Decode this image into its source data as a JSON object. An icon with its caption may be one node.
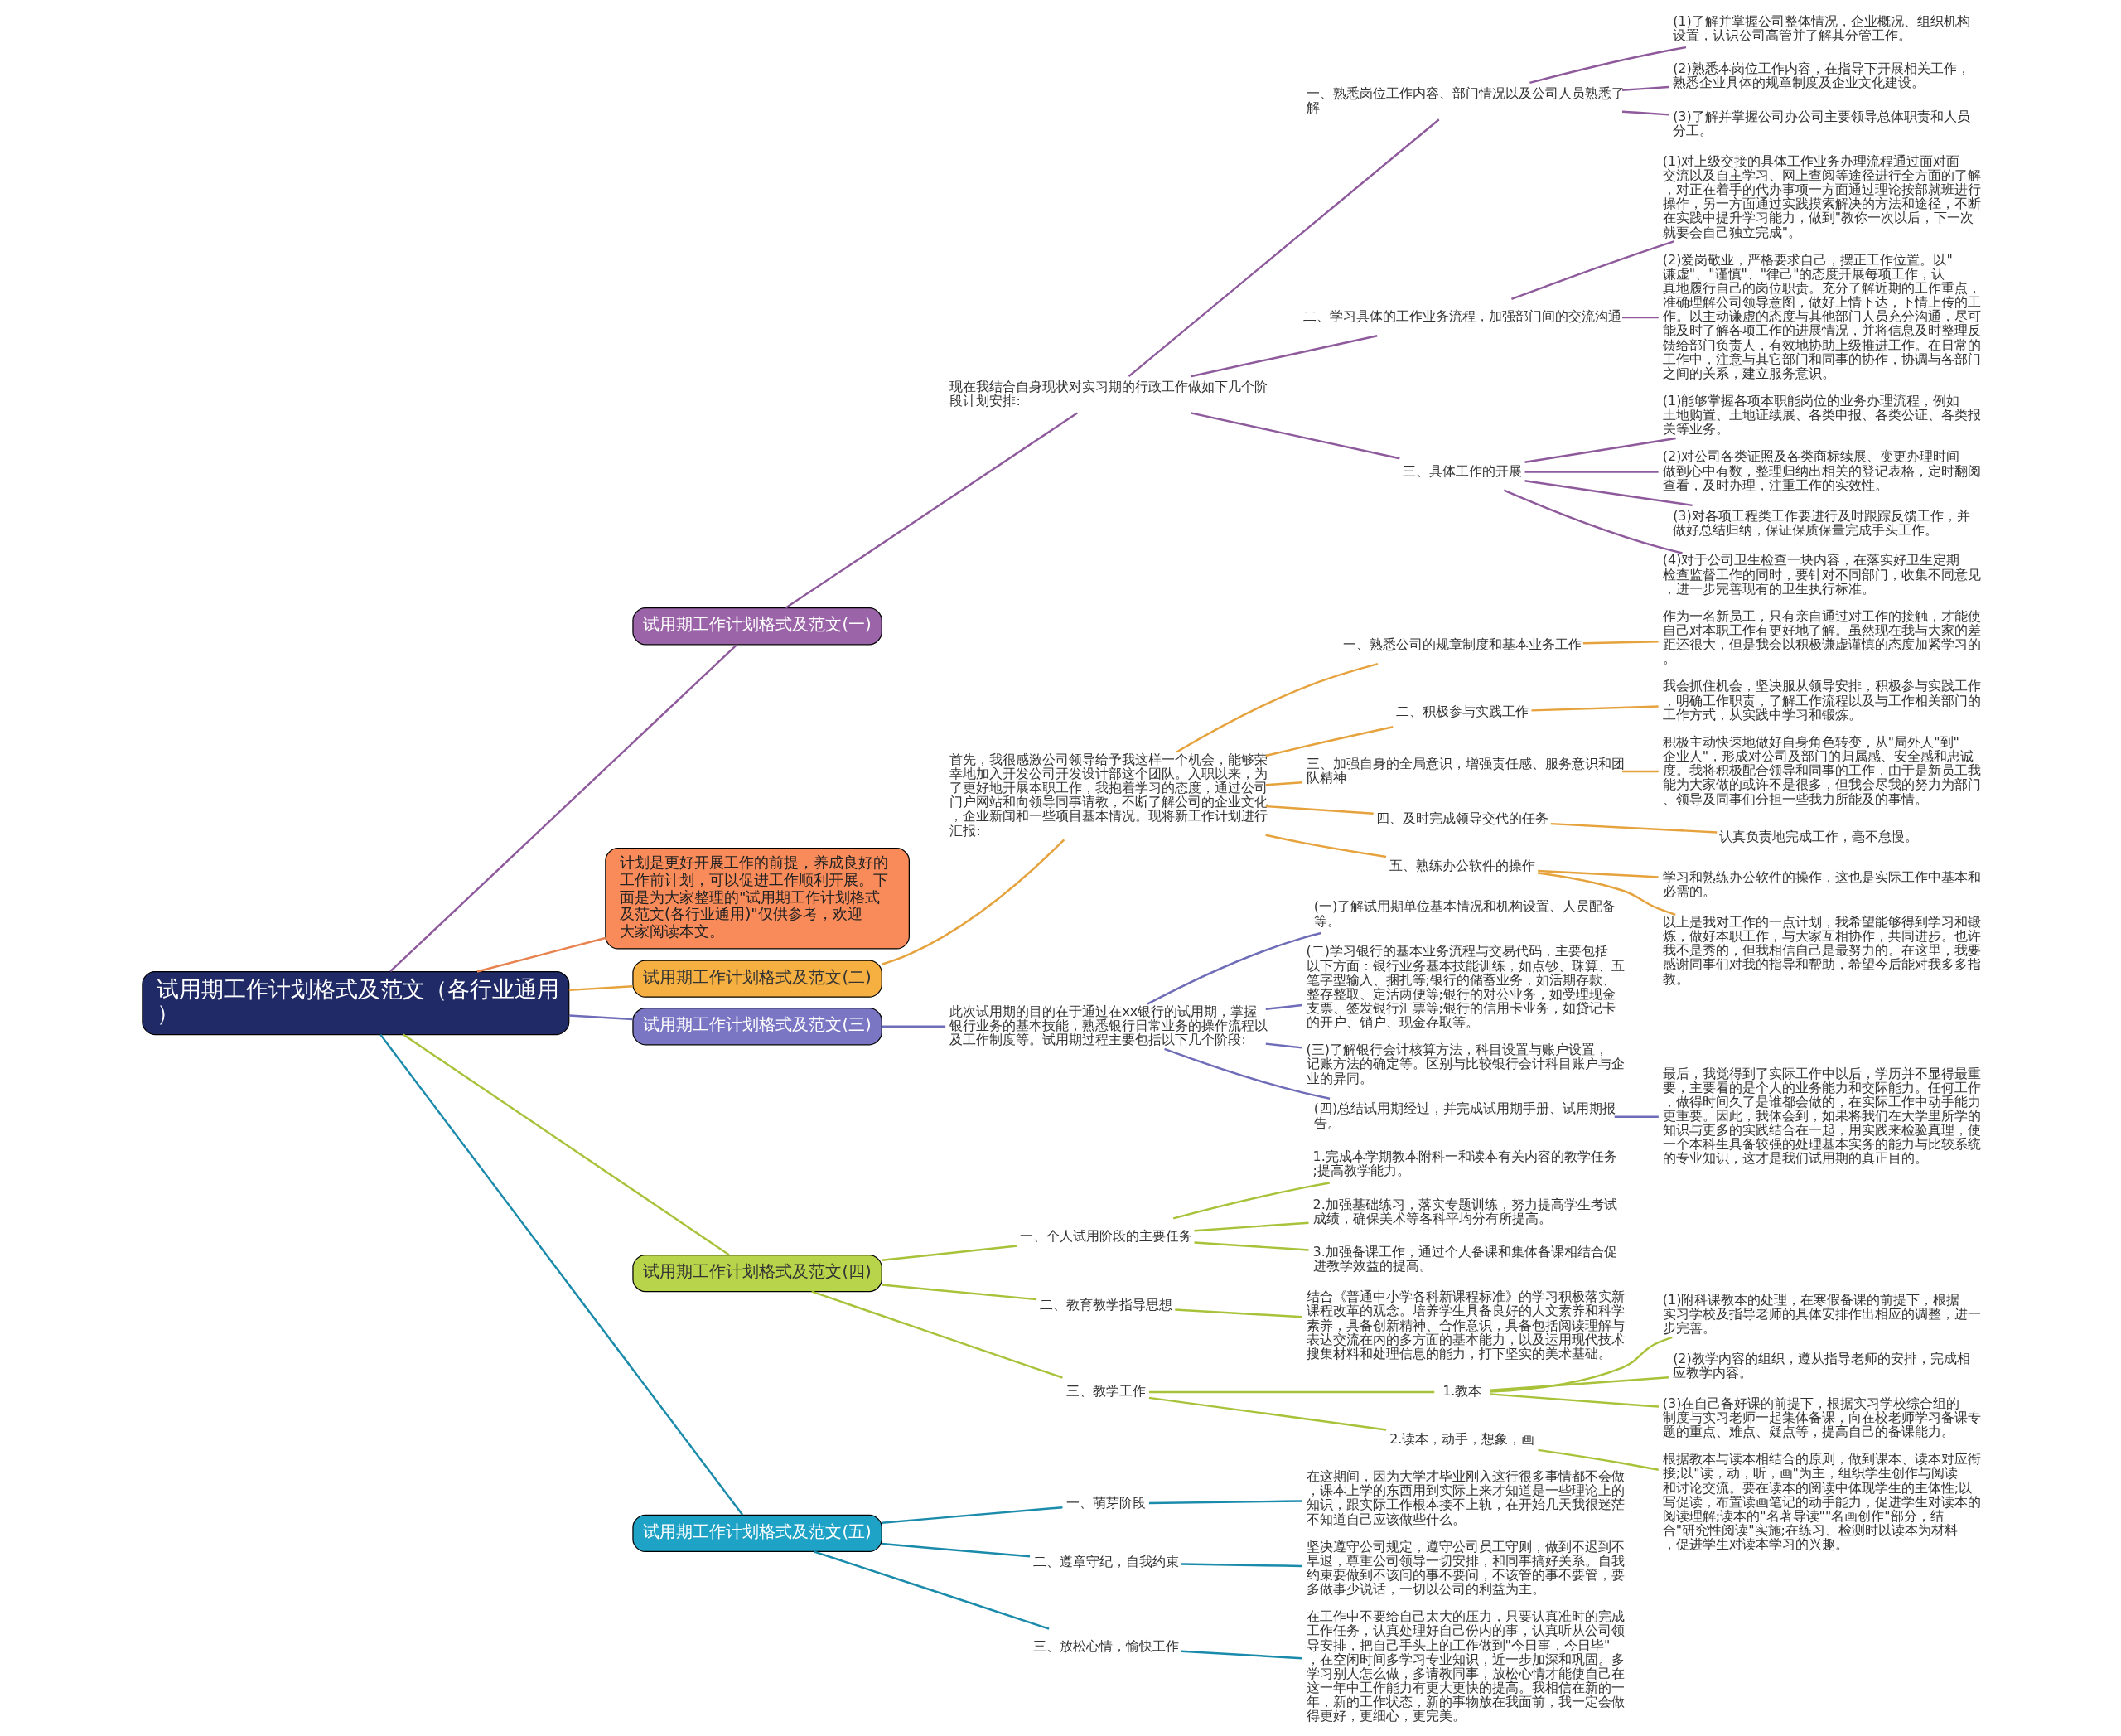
{
  "diagram": {
    "nodes": [
      {
        "text": [
          "试用期工作计划格式及范文（各行业通用）"
        ]
      },
      {
        "text": [
          "试用期工作计划格式及范文(一)"
        ]
      },
      {
        "text": [
          "现在我结合自身现状对实习期的行政工作做如下几个阶段计划安排:"
        ]
      },
      {
        "text": [
          "一、熟悉岗位工作内容、部门情况以及公司人员熟悉了解"
        ]
      },
      {
        "text": [
          "(1)了解并掌握公司整体情况，企业概况、组织机构设置，认识公司高管并了解其分管工作。"
        ]
      },
      {
        "text": [
          "(2)熟悉本岗位工作内容，在指导下开展相关工作，熟悉企业具体的规章制度及企业文化建设。"
        ]
      },
      {
        "text": [
          "(3)了解并掌握公司办公司主要领导总体职责和人员分工。"
        ]
      },
      {
        "text": [
          "二、学习具体的工作业务流程，加强部门间的交流沟通"
        ]
      },
      {
        "text": [
          "(1)对上级交接的具体工作业务办理流程通过面对面交流以及自主学习、网上查阅等途径进行全方面的了解，对正在着手的代办事项一方面通过理论按部就班进行操作，另一方面通过实践摸索解决的方法和途径，不断在实践中提升学习能力，做到\"教你一次以后，下一次就要会自己独立完成\"。"
        ]
      },
      {
        "text": [
          "(2)爱岗敬业，严格要求自己，摆正工作位置。以\"谦虚\"、\"谨慎\"、\"律己\"的态度开展每项工作，认真地履行自己的岗位职责。充分了解近期的工作重点，准确理解公司领导意图，做好上情下达，下情上传的工作。以主动谦虚的态度与其他部门人员充分沟通，尽可能及时了解各项工作的进展情况，并将信息及时整理反馈给部门负责人，有效地协助上级推进工作。在日常的工作中，注意与其它部门和同事的协作，协调与各部门之间的关系，建立服务意识。"
        ]
      },
      {
        "text": [
          "三、具体工作的开展"
        ]
      },
      {
        "text": [
          "(1)能够掌握各项本职能岗位的业务办理流程，例如土地购置、土地证续展、各类申报、各类公证、各类报关等业务。"
        ]
      },
      {
        "text": [
          "(2)对公司各类证照及各类商标续展、变更办理时间做到心中有数，整理归纳出相关的登记表格，定时翻阅查看，及时办理，注重工作的实效性。"
        ]
      },
      {
        "text": [
          "(3)对各项工程类工作要进行及时跟踪反馈工作，并做好总结归纳，保证保质保量完成手头工作。"
        ]
      },
      {
        "text": [
          "(4)对于公司卫生检查一块内容，在落实好卫生定期检查监督工作的同时，要针对不同部门，收集不同意见，进一步完善现有的卫生执行标准。"
        ]
      },
      {
        "text": [
          "计划是更好开展工作的前提，养成良好的工作前计划，可以促进工作顺利开展。下面是为大家整理的\"试用期工作计划格式及范文(各行业通用)\"仅供参考，欢迎大家阅读本文。"
        ]
      },
      {
        "text": [
          "试用期工作计划格式及范文(二)"
        ]
      },
      {
        "text": [
          "首先，我很感激公司领导给予我这样一个机会，能够荣幸地加入开发公司开发设计部这个团队。入职以来，为了更好地开展本职工作，我抱着学习的态度，通过公司门户网站和向领导同事请教，不断了解公司的企业文化，企业新闻和一些项目基本情况。现将新工作计划进行汇报:"
        ]
      },
      {
        "text": [
          "一、熟悉公司的规章制度和基本业务工作"
        ]
      },
      {
        "text": [
          "作为一名新员工，只有亲自通过对工作的接触，才能使自己对本职工作有更好地了解。虽然现在我与大家的差距还很大，但是我会以积极谦虚谨慎的态度加紧学习的。"
        ]
      },
      {
        "text": [
          "二、积极参与实践工作"
        ]
      },
      {
        "text": [
          "我会抓住机会，坚决服从领导安排，积极参与实践工作，明确工作职责，了解工作流程以及与工作相关部门的工作方式，从实践中学习和锻炼。"
        ]
      },
      {
        "text": [
          "三、加强自身的全局意识，增强责任感、服务意识和团队精神"
        ]
      },
      {
        "text": [
          "积极主动快速地做好自身角色转变，从\"局外人\"到\"企业人\"，形成对公司及部门的归属感、安全感和忠诚度。我将积极配合领导和同事的工作，由于是新员工我能为大家做的或许不是很多，但我会尽我的努力为部门、领导及同事们分担一些我力所能及的事情。"
        ]
      },
      {
        "text": [
          "四、及时完成领导交代的任务"
        ]
      },
      {
        "text": [
          "认真负责地完成工作，毫不怠慢。"
        ]
      },
      {
        "text": [
          "五、熟练办公软件的操作"
        ]
      },
      {
        "text": [
          "学习和熟练办公软件的操作，这也是实际工作中基本和必需的。"
        ]
      },
      {
        "text": [
          "以上是我对工作的一点计划，我希望能够得到学习和锻炼，做好本职工作，与大家互相协作，共同进步。也许我不是秀的，但我相信自己是最努力的。在这里，我要感谢同事们对我的指导和帮助，希望今后能对我多多指教。"
        ]
      },
      {
        "text": [
          "试用期工作计划格式及范文(三)"
        ]
      },
      {
        "text": [
          "此次试用期的目的在于通过在xx银行的试用期，掌握银行业务的基本技能，熟悉银行日常业务的操作流程以及工作制度等。试用期过程主要包括以下几个阶段:"
        ]
      },
      {
        "text": [
          "(一)了解试用期单位基本情况和机构设置、人员配备等。"
        ]
      },
      {
        "text": [
          "(二)学习银行的基本业务流程与交易代码，主要包括以下方面：银行业务基本技能训练，如点钞、珠算、五笔字型输入、捆扎等;银行的储蓄业务，如活期存款、整存整取、定活两便等;银行的对公业务，如受理现金支票、签发银行汇票等;银行的信用卡业务，如贷记卡的开户、销户、现金存取等。"
        ]
      },
      {
        "text": [
          "(三)了解银行会计核算方法，科目设置与账户设置，记账方法的确定等。区别与比较银行会计科目账户与企业的异同。"
        ]
      },
      {
        "text": [
          "(四)总结试用期经过，并完成试用期手册、试用期报告。"
        ]
      },
      {
        "text": [
          "最后，我觉得到了实际工作中以后，学历并不显得最重要，主要看的是个人的业务能力和交际能力。任何工作，做得时间久了是谁都会做的，在实际工作中动手能力更重要。因此，我体会到，如果将我们在大学里所学的知识与更多的实践结合在一起，用实践来检验真理，使一个本科生具备较强的处理基本实务的能力与比较系统的专业知识，这才是我们试用期的真正目的。"
        ]
      },
      {
        "text": [
          "试用期工作计划格式及范文(四)"
        ]
      },
      {
        "text": [
          "一、个人试用阶段的主要任务"
        ]
      },
      {
        "text": [
          "1.完成本学期教本附科一和读本有关内容的教学任务;提高教学能力。"
        ]
      },
      {
        "text": [
          "2.加强基础练习，落实专题训练，努力提高学生考试成绩，确保美术等各科平均分有所提高。"
        ]
      },
      {
        "text": [
          "3.加强备课工作，通过个人备课和集体备课相结合促进教学效益的提高。"
        ]
      },
      {
        "text": [
          "二、教育教学指导思想"
        ]
      },
      {
        "text": [
          "结合《普通中小学各科新课程标准》的学习积极落实新课程改革的观念。培养学生具备良好的人文素养和科学素养，具备创新精神、合作意识，具备包括阅读理解与表达交流在内的多方面的基本能力，以及运用现代技术搜集材料和处理信息的能力，打下坚实的美术基础。"
        ]
      },
      {
        "text": [
          "三、教学工作"
        ]
      },
      {
        "text": [
          "1.教本"
        ]
      },
      {
        "text": [
          "(1)附科课教本的处理，在寒假备课的前提下，根据实习学校及指导老师的具体安排作出相应的调整，进一步完善。"
        ]
      },
      {
        "text": [
          "(2)教学内容的组织，遵从指导老师的安排，完成相应教学内容。"
        ]
      },
      {
        "text": [
          "(3)在自己备好课的前提下，根据实习学校综合组的制度与实习老师一起集体备课，向在校老师学习备课专题的重点、难点、疑点等，提高自己的备课能力。"
        ]
      },
      {
        "text": [
          "2.读本，动手，想象，画"
        ]
      },
      {
        "text": [
          "根据教本与读本相结合的原则，做到课本、读本对应衔接;以\"读，动，听，画\"为主，组织学生创作与阅读和讨论交流。要在读本的阅读中体现学生的主体性;以写促读，布置读画笔记的动手能力，促进学生对读本的阅读理解;读本的\"名著导读\"\"名画创作\"部分，结合\"研究性阅读\"实施;在练习、检测时以读本为材料，促进学生对读本学习的兴趣。"
        ]
      },
      {
        "text": [
          "试用期工作计划格式及范文(五)"
        ]
      },
      {
        "text": [
          "一、萌芽阶段"
        ]
      },
      {
        "text": [
          "在这期间，因为大学才毕业刚入这行很多事情都不会做，课本上学的东西用到实际上来才知道是一些理论上的知识，跟实际工作根本接不上轨，在开始几天我很迷茫不知道自己应该做些什么。"
        ]
      },
      {
        "text": [
          "二、遵章守纪，自我约束"
        ]
      },
      {
        "text": [
          "坚决遵守公司规定，遵守公司员工守则，做到不迟到不早退，尊重公司领导一切安排，和同事搞好关系。自我约束要做到不该问的事不要问，不该管的事不要管，要多做事少说话，一切以公司的利益为主。"
        ]
      },
      {
        "text": [
          "三、放松心情，愉快工作"
        ]
      },
      {
        "text": [
          "在工作中不要给自己太大的压力，只要认真准时的完成工作任务，认真处理好自己份内的事，认真听从公司领导安排，把自己手头上的工作做到\"今日事，今日毕\"，在空闲时间多学习专业知识，近一步加深和巩固。多学习别人怎么做，多请教同事，放松心情才能使自己在这一年中工作能力有更大更快的提高。我相信在新的一年，新的工作状态，新的事物放在我面前，我一定会做得更好，更细心，更完美。"
        ]
      }
    ],
    "edges": [
      {
        "from": 0,
        "to": 1,
        "arrow": "none",
        "color": "#8e5a9c"
      },
      {
        "from": 1,
        "to": 2,
        "arrow": "none",
        "color": "#8e5a9c"
      },
      {
        "from": 2,
        "to": 3,
        "arrow": "none",
        "color": "#8e5a9c"
      },
      {
        "from": 3,
        "to": 4,
        "arrow": "none",
        "color": "#8e5a9c"
      },
      {
        "from": 3,
        "to": 5,
        "arrow": "none",
        "color": "#8e5a9c"
      },
      {
        "from": 3,
        "to": 6,
        "arrow": "none",
        "color": "#8e5a9c"
      },
      {
        "from": 2,
        "to": 7,
        "arrow": "none",
        "color": "#8e5a9c"
      },
      {
        "from": 7,
        "to": 8,
        "arrow": "none",
        "color": "#8e5a9c"
      },
      {
        "from": 7,
        "to": 9,
        "arrow": "none",
        "color": "#8e5a9c"
      },
      {
        "from": 2,
        "to": 10,
        "arrow": "none",
        "color": "#8e5a9c"
      },
      {
        "from": 10,
        "to": 11,
        "arrow": "none",
        "color": "#8e5a9c"
      },
      {
        "from": 10,
        "to": 12,
        "arrow": "none",
        "color": "#8e5a9c"
      },
      {
        "from": 10,
        "to": 13,
        "arrow": "none",
        "color": "#8e5a9c"
      },
      {
        "from": 10,
        "to": 14,
        "arrow": "none",
        "color": "#8e5a9c"
      },
      {
        "from": 0,
        "to": 15,
        "arrow": "none",
        "color": "#e8834f"
      },
      {
        "from": 0,
        "to": 16,
        "arrow": "none",
        "color": "#e6a23c"
      },
      {
        "from": 16,
        "to": 17,
        "arrow": "none",
        "color": "#e6a23c"
      },
      {
        "from": 17,
        "to": 18,
        "arrow": "none",
        "color": "#e6a23c"
      },
      {
        "from": 18,
        "to": 19,
        "arrow": "none",
        "color": "#e6a23c"
      },
      {
        "from": 17,
        "to": 20,
        "arrow": "none",
        "color": "#e6a23c"
      },
      {
        "from": 20,
        "to": 21,
        "arrow": "none",
        "color": "#e6a23c"
      },
      {
        "from": 17,
        "to": 22,
        "arrow": "none",
        "color": "#e6a23c"
      },
      {
        "from": 22,
        "to": 23,
        "arrow": "none",
        "color": "#e6a23c"
      },
      {
        "from": 17,
        "to": 24,
        "arrow": "none",
        "color": "#e6a23c"
      },
      {
        "from": 24,
        "to": 25,
        "arrow": "none",
        "color": "#e6a23c"
      },
      {
        "from": 17,
        "to": 26,
        "arrow": "none",
        "color": "#e6a23c"
      },
      {
        "from": 26,
        "to": 27,
        "arrow": "none",
        "color": "#e6a23c"
      },
      {
        "from": 26,
        "to": 28,
        "arrow": "none",
        "color": "#e6a23c"
      },
      {
        "from": 0,
        "to": 29,
        "arrow": "none",
        "color": "#6f6cb8"
      },
      {
        "from": 29,
        "to": 30,
        "arrow": "none",
        "color": "#6f6cb8"
      },
      {
        "from": 30,
        "to": 31,
        "arrow": "none",
        "color": "#6f6cb8"
      },
      {
        "from": 30,
        "to": 32,
        "arrow": "none",
        "color": "#6f6cb8"
      },
      {
        "from": 30,
        "to": 33,
        "arrow": "none",
        "color": "#6f6cb8"
      },
      {
        "from": 30,
        "to": 34,
        "arrow": "none",
        "color": "#6f6cb8"
      },
      {
        "from": 34,
        "to": 35,
        "arrow": "none",
        "color": "#6f6cb8"
      },
      {
        "from": 0,
        "to": 36,
        "arrow": "none",
        "color": "#a8c23a"
      },
      {
        "from": 36,
        "to": 37,
        "arrow": "none",
        "color": "#a8c23a"
      },
      {
        "from": 37,
        "to": 38,
        "arrow": "none",
        "color": "#a8c23a"
      },
      {
        "from": 37,
        "to": 39,
        "arrow": "none",
        "color": "#a8c23a"
      },
      {
        "from": 37,
        "to": 40,
        "arrow": "none",
        "color": "#a8c23a"
      },
      {
        "from": 36,
        "to": 41,
        "arrow": "none",
        "color": "#a8c23a"
      },
      {
        "from": 41,
        "to": 42,
        "arrow": "none",
        "color": "#a8c23a"
      },
      {
        "from": 36,
        "to": 43,
        "arrow": "none",
        "color": "#a8c23a"
      },
      {
        "from": 43,
        "to": 44,
        "arrow": "none",
        "color": "#a8c23a"
      },
      {
        "from": 44,
        "to": 45,
        "arrow": "none",
        "color": "#a8c23a"
      },
      {
        "from": 44,
        "to": 46,
        "arrow": "none",
        "color": "#a8c23a"
      },
      {
        "from": 44,
        "to": 47,
        "arrow": "none",
        "color": "#a8c23a"
      },
      {
        "from": 43,
        "to": 48,
        "arrow": "none",
        "color": "#a8c23a"
      },
      {
        "from": 48,
        "to": 49,
        "arrow": "none",
        "color": "#a8c23a"
      },
      {
        "from": 0,
        "to": 50,
        "arrow": "none",
        "color": "#1a8bab"
      },
      {
        "from": 50,
        "to": 51,
        "arrow": "none",
        "color": "#1a8bab"
      },
      {
        "from": 51,
        "to": 52,
        "arrow": "none",
        "color": "#1a8bab"
      },
      {
        "from": 50,
        "to": 53,
        "arrow": "none",
        "color": "#1a8bab"
      },
      {
        "from": 53,
        "to": 54,
        "arrow": "none",
        "color": "#1a8bab"
      },
      {
        "from": 50,
        "to": 55,
        "arrow": "none",
        "color": "#1a8bab"
      },
      {
        "from": 55,
        "to": 56,
        "arrow": "none",
        "color": "#1a8bab"
      }
    ]
  }
}
